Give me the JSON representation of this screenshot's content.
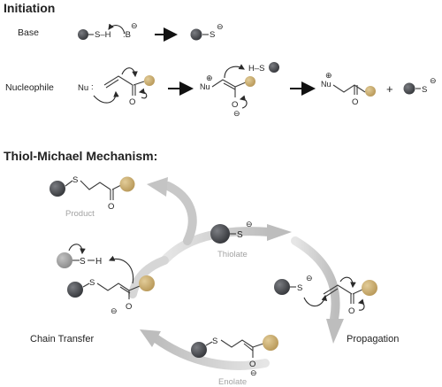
{
  "initiation": {
    "heading": "Initiation",
    "base_label": "Base",
    "nucleophile_label": "Nucleophile",
    "base_reactant_thiol": "S–H",
    "base_reactant_base": ":B",
    "base_charge": "⊖",
    "base_product_thiolate": "S",
    "nu_label": "Nu",
    "nu_lone_pair": ":",
    "intermediate_thiol": "H–S",
    "oxygen": "O",
    "plus_sign": "+",
    "positive_charge": "⊕",
    "negative_charge": "⊖",
    "final_thiolate": "S"
  },
  "mechanism": {
    "heading": "Thiol-Michael Mechanism:",
    "product_label": "Product",
    "thiolate_label": "Thiolate",
    "enolate_label": "Enolate",
    "chain_transfer_label": "Chain Transfer",
    "propagation_label": "Propagation",
    "sulfur": "S",
    "hydrogen": "H",
    "oxygen": "O",
    "negative_charge": "⊖"
  },
  "colors": {
    "dark_sphere": "#4a4c50",
    "gold_sphere": "#c8ac72",
    "gray_sphere": "#9a9a9a",
    "cycle_arrow": "#c4c4c4",
    "text": "#222222",
    "caption_gray": "#a3a3a3"
  }
}
